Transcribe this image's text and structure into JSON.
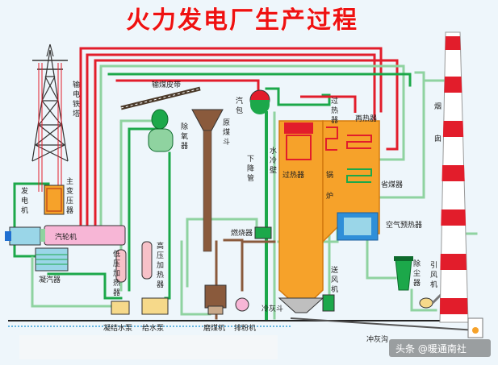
{
  "title": "火力发电厂生产过程",
  "labels": {
    "tower": "输电铁塔",
    "main_transformer": "主变压器",
    "generator": "发电机",
    "turbine": "汽轮机",
    "condenser": "凝汽器",
    "condensate_pump": "凝结水泵",
    "feedwater_pump": "给水泵",
    "lp_heater": "低压加热器",
    "hp_heater": "高压加热器",
    "deaerator": "除氧器",
    "coal_belt": "输煤皮带",
    "raw_coal_hopper": "原煤斗",
    "steam_drum": "汽包",
    "downcomer": "下降管",
    "water_wall": "水冷壁",
    "superheater": "过热器",
    "superheater2": "过热器",
    "reheater": "再热器",
    "boiler": "锅炉",
    "economizer": "省煤器",
    "air_preheater": "空气预热器",
    "burner": "燃烧器",
    "forced_fan": "送风机",
    "mill": "磨煤机",
    "exhaust_fan": "排粉机",
    "ash_hopper": "冷灰斗",
    "ash_trench": "冲灰沟",
    "precipitator": "除尘器",
    "induced_fan": "引风机",
    "chimney": "烟囱"
  },
  "watermark": "头条 @暖通南社",
  "colors": {
    "steam": "#e21d2b",
    "water": "#1ca84a",
    "feed": "#8fd3a0",
    "boiler": "#f6a22a",
    "preheater": "#2f8fd8",
    "flue": "#2a6fd0"
  }
}
